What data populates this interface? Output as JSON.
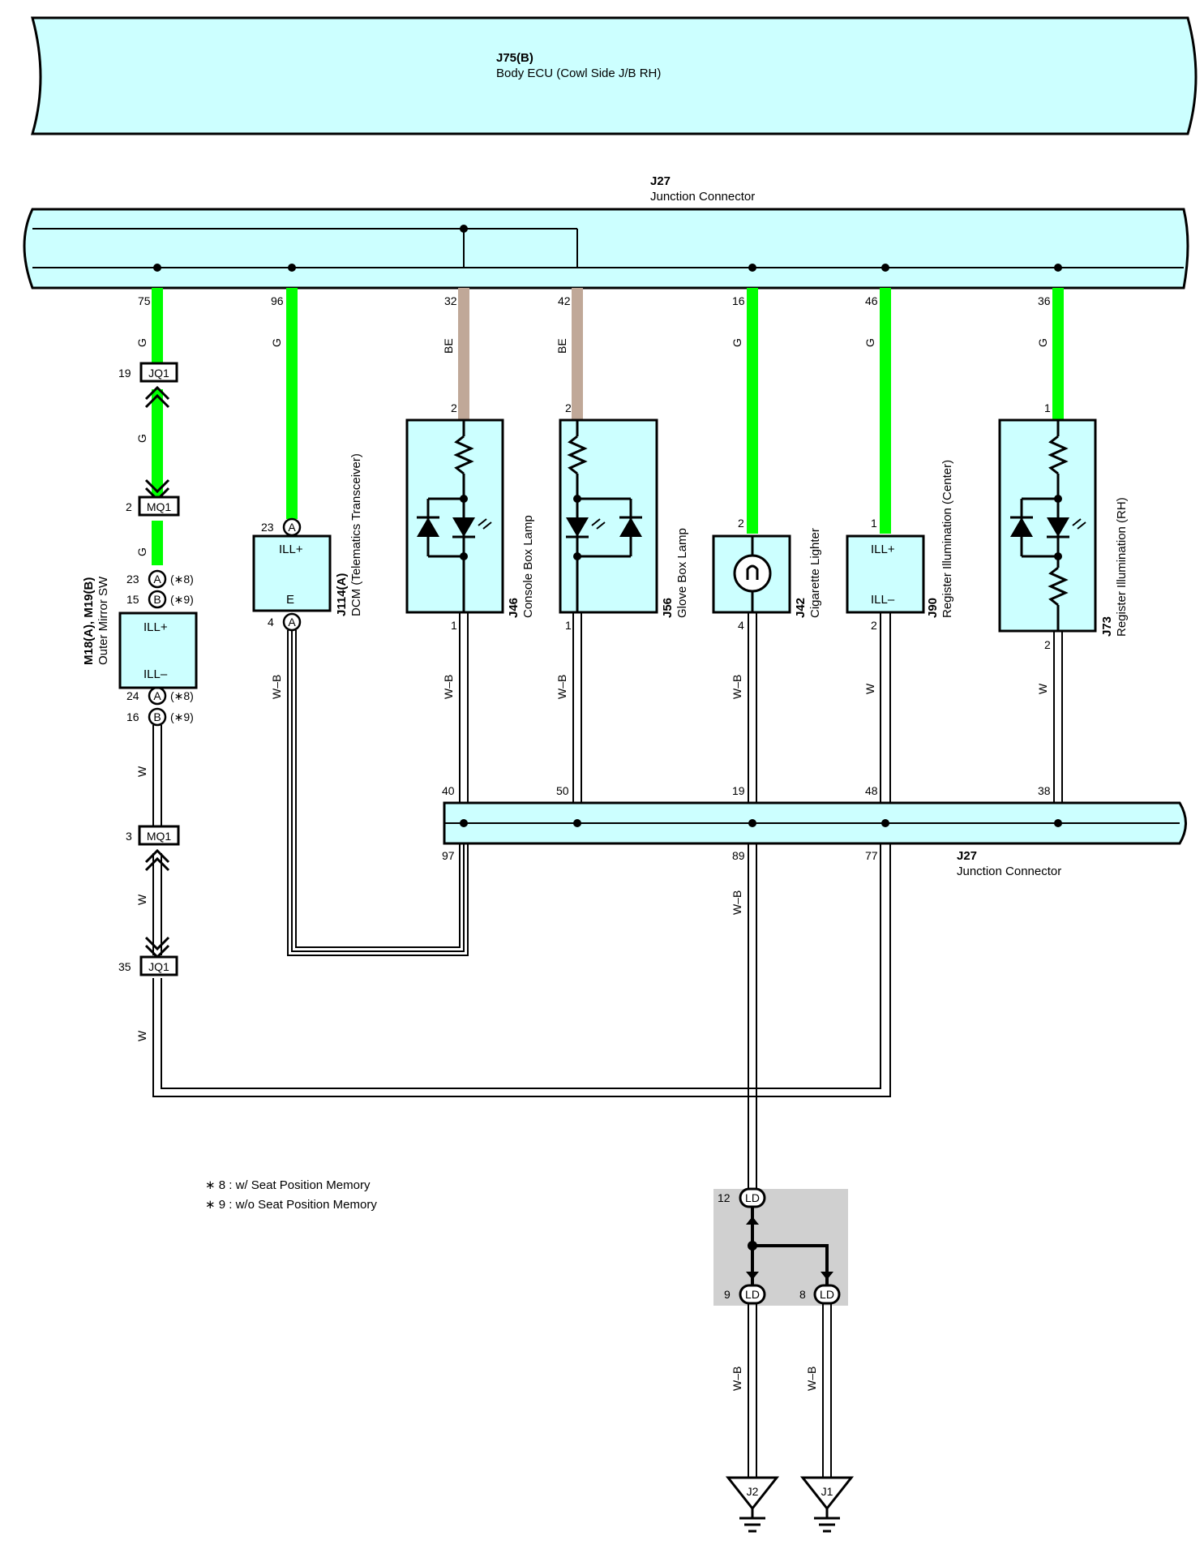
{
  "ecu": {
    "ref": "J75(B)",
    "name": "Body ECU (Cowl Side J/B RH)"
  },
  "junction_top": {
    "ref": "J27",
    "name": "Junction Connector"
  },
  "junction_bottom": {
    "ref": "J27",
    "name": "Junction Connector"
  },
  "components": {
    "outer_mirror": {
      "ref": "M18(A), M19(B)",
      "name": "Outer Mirror SW",
      "term_plus": "ILL+",
      "term_minus": "ILL–"
    },
    "dcm": {
      "ref": "J114(A)",
      "name": "DCM (Telematics Transceiver)",
      "term_plus": "ILL+",
      "term_e": "E"
    },
    "console_lamp": {
      "ref": "J46",
      "name": "Console Box Lamp"
    },
    "glove_lamp": {
      "ref": "J56",
      "name": "Glove Box Lamp"
    },
    "lighter": {
      "ref": "J42",
      "name": "Cigarette Lighter"
    },
    "reg_center": {
      "ref": "J90",
      "name": "Register Illumination (Center)",
      "term_plus": "ILL+",
      "term_minus": "ILL–"
    },
    "reg_rh": {
      "ref": "J73",
      "name": "Register Illumination (RH)"
    }
  },
  "pins": {
    "top_bus": [
      "75",
      "96",
      "32",
      "42",
      "16",
      "46",
      "36"
    ],
    "comp_top": {
      "console": "2",
      "glove": "2",
      "lighter": "2",
      "reg_center": "1",
      "reg_rh": "1",
      "dcm": "23"
    },
    "comp_bottom": {
      "console": "1",
      "glove": "1",
      "lighter": "4",
      "reg_center": "2",
      "reg_rh": "2",
      "dcm": "4"
    },
    "bottom_bus_top": [
      "40",
      "50",
      "19",
      "48",
      "38"
    ],
    "bottom_bus_bottom": [
      "97",
      "89",
      "77"
    ],
    "mirror": {
      "p1": "23",
      "p2": "15",
      "p3": "24",
      "p4": "16"
    },
    "conn": {
      "jq1_a": "19",
      "mq1_a": "2",
      "mq1_b": "3",
      "jq1_b": "35"
    },
    "ld": {
      "p12": "12",
      "p9": "9",
      "p8": "8"
    }
  },
  "connectors": {
    "jq1": "JQ1",
    "mq1": "MQ1",
    "ld": "LD",
    "pin_a": "A",
    "pin_b": "B",
    "note_8": "(∗8)",
    "note_9": "(∗9)"
  },
  "wire_colors": {
    "g": "G",
    "be": "BE",
    "w": "W",
    "wb": "W–B"
  },
  "grounds": {
    "j2": "J2",
    "j1": "J1"
  },
  "notes": [
    "∗ 8 : w/ Seat Position Memory",
    "∗ 9 : w/o Seat Position Memory"
  ],
  "colors": {
    "fill": "#ccffff",
    "green": "#00ff00",
    "beige": "#c0a898",
    "splice_box": "#d0d0d0"
  }
}
